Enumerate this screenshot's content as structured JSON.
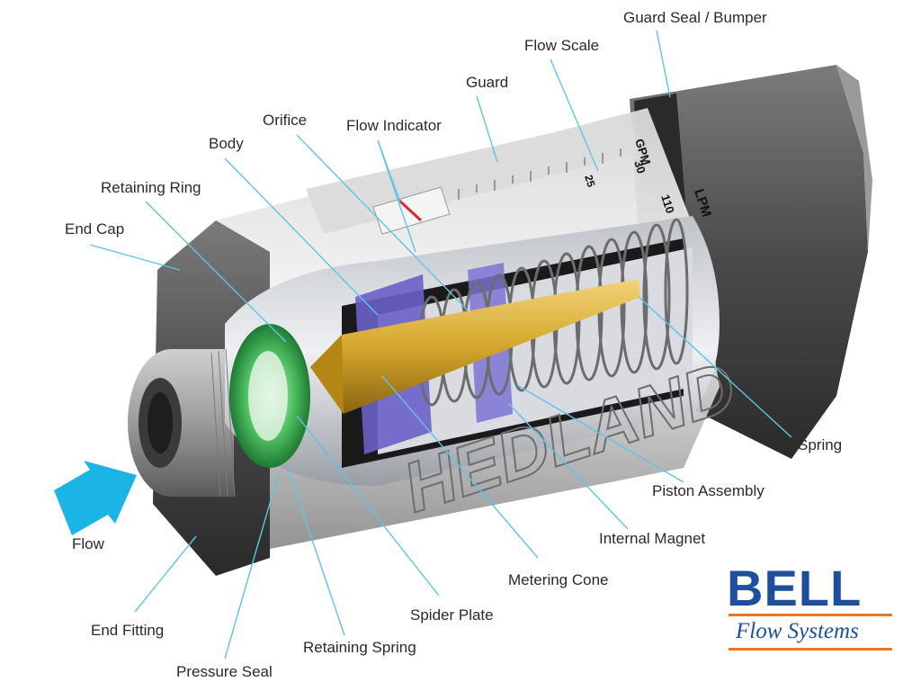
{
  "labels": {
    "guard_seal": "Guard Seal / Bumper",
    "flow_scale": "Flow Scale",
    "guard": "Guard",
    "orifice": "Orifice",
    "flow_indicator": "Flow Indicator",
    "body": "Body",
    "retaining_ring": "Retaining Ring",
    "end_cap": "End Cap",
    "spring": "Spring",
    "piston_assembly": "Piston Assembly",
    "internal_magnet": "Internal Magnet",
    "metering_cone": "Metering Cone",
    "spider_plate": "Spider Plate",
    "retaining_spring": "Retaining Spring",
    "pressure_seal": "Pressure Seal",
    "end_fitting": "End Fitting",
    "flow": "Flow"
  },
  "scale": {
    "gpm_unit": "GPM",
    "lpm_unit": "LPM",
    "gpm_ticks": [
      "30",
      "25"
    ],
    "lpm_ticks": [
      "110"
    ]
  },
  "embossed_text": "HEDLAND",
  "logo": {
    "brand": "BELL",
    "sub": "Flow Systems"
  },
  "colors": {
    "leader_line": "#5fc4e8",
    "flow_arrow": "#1ab4e6",
    "brand_blue": "#1d4f9c",
    "brand_orange": "#e87722",
    "metering_cone": "#d4a72c",
    "spider_plate": "#2e9e45",
    "piston": "#6a5fc7"
  }
}
